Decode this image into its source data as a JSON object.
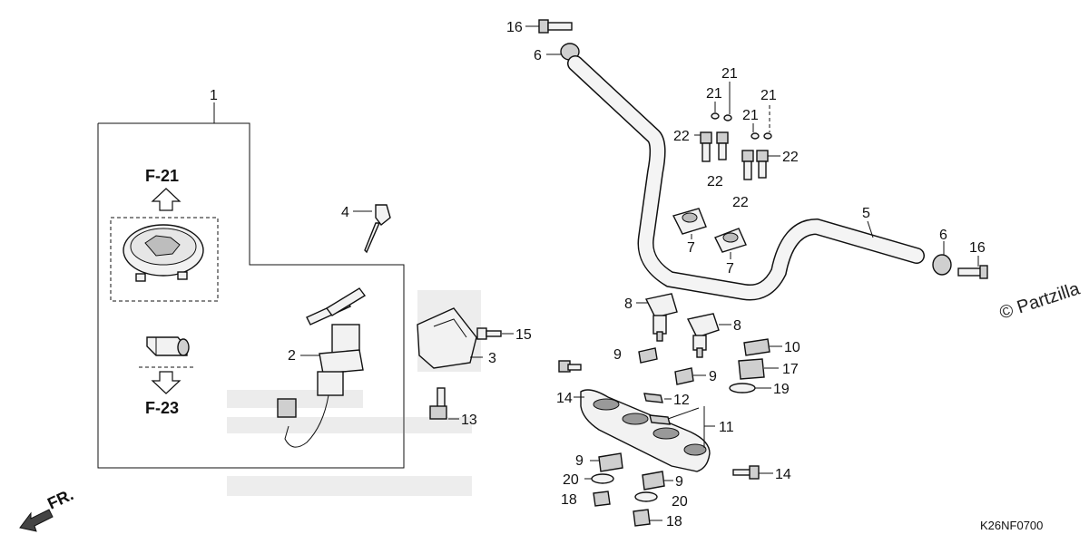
{
  "diagram": {
    "callouts": {
      "c1": "1",
      "c2": "2",
      "c3": "3",
      "c4": "4",
      "c5": "5",
      "c6a": "6",
      "c6b": "6",
      "c7a": "7",
      "c7b": "7",
      "c8a": "8",
      "c8b": "8",
      "c9a": "9",
      "c9b": "9",
      "c9c": "9",
      "c9d": "9",
      "c10": "10",
      "c11": "11",
      "c12": "12",
      "c13": "13",
      "c14a": "14",
      "c14b": "14",
      "c15": "15",
      "c16a": "16",
      "c16b": "16",
      "c17": "17",
      "c18a": "18",
      "c18b": "18",
      "c19": "19",
      "c20a": "20",
      "c20b": "20",
      "c21a": "21",
      "c21b": "21",
      "c21c": "21",
      "c21d": "21",
      "c22a": "22",
      "c22b": "22",
      "c22c": "22",
      "c22d": "22"
    },
    "refs": {
      "f21": "F-21",
      "f23": "F-23"
    },
    "front_label": "FR.",
    "diagram_code": "K26NF0700",
    "copyright": "© Partzilla"
  }
}
